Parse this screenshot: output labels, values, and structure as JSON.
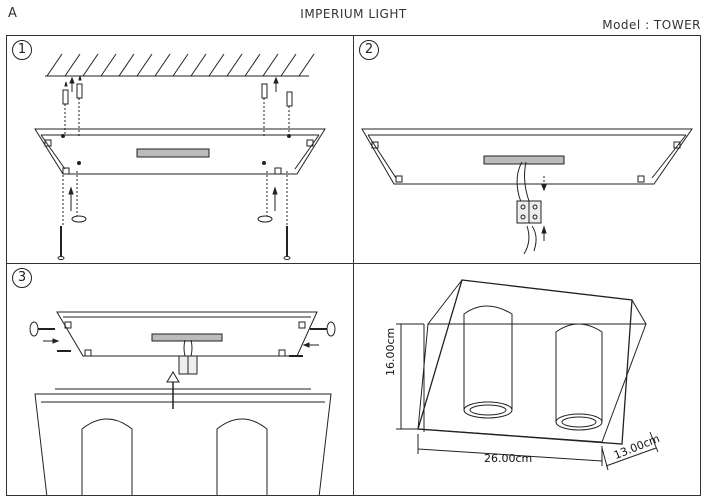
{
  "header": {
    "corner_label": "A",
    "brand": "IMPERIUM LIGHT",
    "model": "Model : TOWER"
  },
  "steps": [
    {
      "number": "1"
    },
    {
      "number": "2"
    },
    {
      "number": "3"
    }
  ],
  "dimensions": {
    "height": "16.00cm",
    "width": "26.00cm",
    "depth": "13.00cm"
  }
}
